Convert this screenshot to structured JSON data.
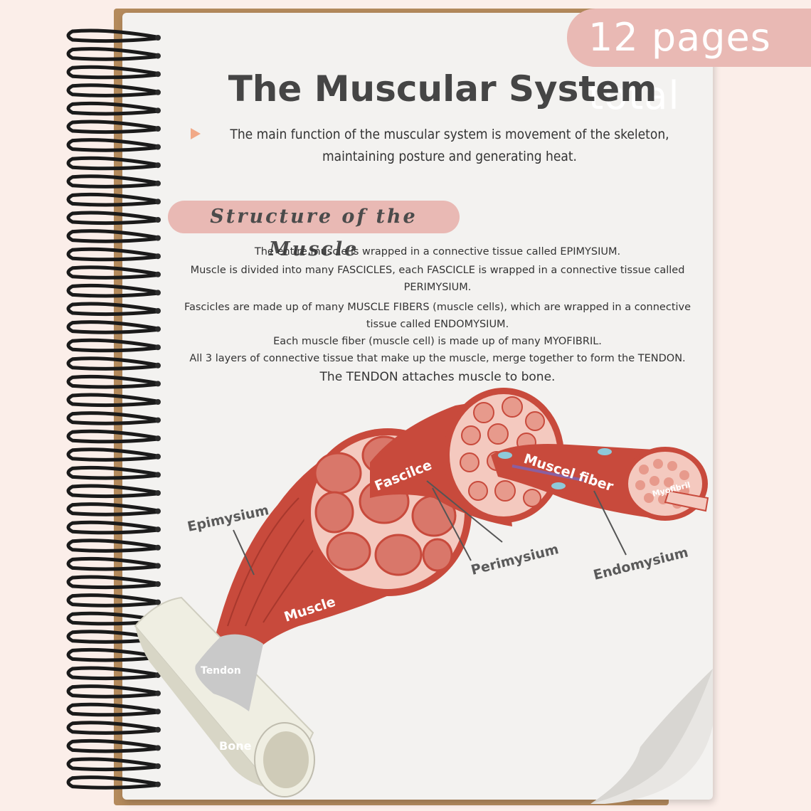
{
  "badge": "12 pages total",
  "title": "The Muscular System",
  "intro": "The main function of the muscular system is movement of the skeleton, maintaining posture and generating heat.",
  "section_heading": "Structure of the Muscle",
  "paragraphs": [
    "The entire muscle is wrapped in a connective tissue called EPIMYSIUM.",
    "Muscle is divided into many FASCICLES, each FASCICLE is wrapped in a connective tissue called PERIMYSIUM.",
    "Fascicles are made up of many MUSCLE FIBERS (muscle cells), which are wrapped in a connective tissue called ENDOMYSIUM.",
    "Each muscle fiber (muscle cell) is made up of many MYOFIBRIL.",
    "All 3 layers of connective tissue that make up the muscle, merge together to form the TENDON.",
    "The TENDON attaches muscle to bone."
  ],
  "diagram_labels": {
    "epimysium": "Epimysium",
    "muscle": "Muscle",
    "fascicle": "Fascilce",
    "perimysium": "Perimysium",
    "muscle_fiber": "Muscel fiber",
    "endomysium": "Endomysium",
    "myofibril": "Myofibril",
    "tendon": "Tendon",
    "bone": "Bone"
  },
  "colors": {
    "badge": "#e9b9b4",
    "muscle": "#c84a3c",
    "muscle_light": "#e9a99c",
    "bone": "#efeee2",
    "tendon": "#c9c9c9",
    "label": "#555555"
  }
}
